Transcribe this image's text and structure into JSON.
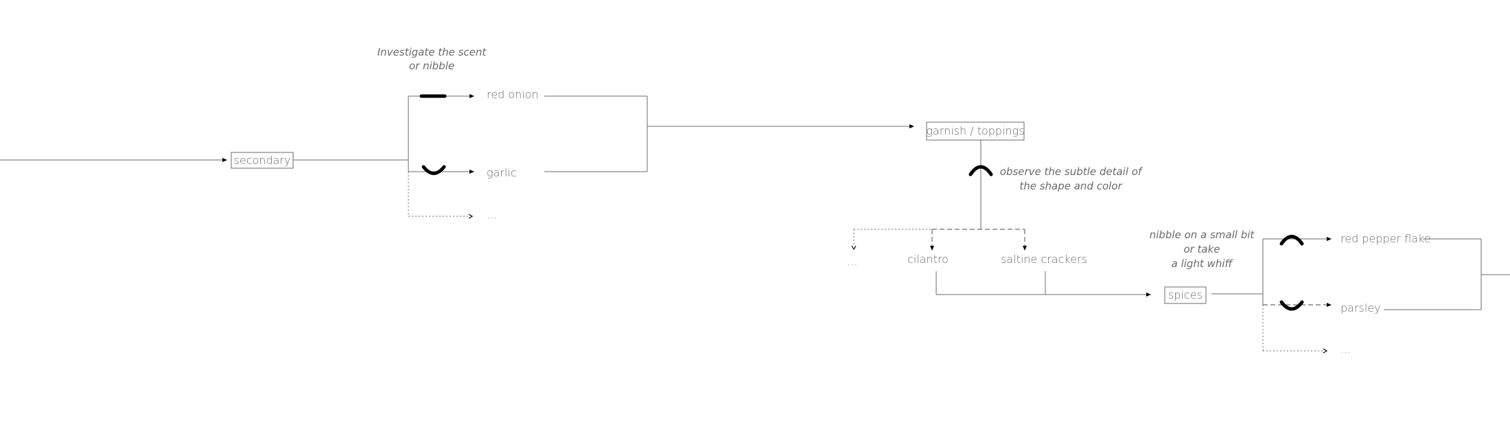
{
  "nodes": {
    "secondary": "secondary",
    "red_onion": "red onion",
    "garlic": "garlic",
    "ellipsis_1": "...",
    "garnish": "garnish / toppings",
    "ellipsis_2": "...",
    "cilantro": "cilantro",
    "saltine": "saltine crackers",
    "spices": "spices",
    "red_pepper": "red pepper flake",
    "parsley": "parsley",
    "ellipsis_3": "..."
  },
  "notes": {
    "investigate": [
      "Investigate the scent",
      "or nibble"
    ],
    "observe": [
      "observe the subtle detail of",
      "the shape and color"
    ],
    "nibble": [
      "nibble on a small bit",
      "or take",
      "a light whiff"
    ]
  }
}
